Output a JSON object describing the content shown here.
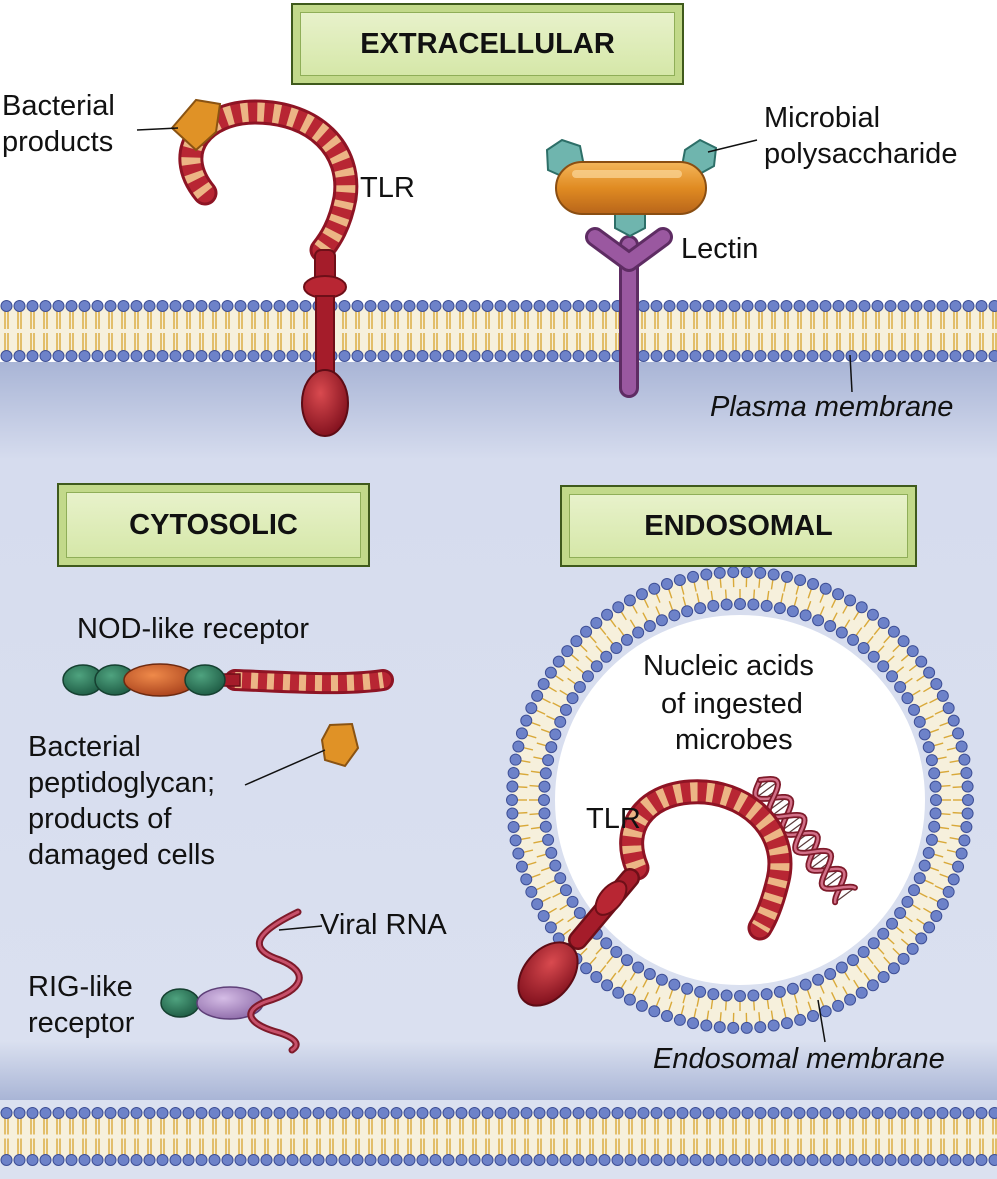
{
  "headers": {
    "extracellular": "EXTRACELLULAR",
    "cytosolic": "CYTOSOLIC",
    "endosomal": "ENDOSOMAL"
  },
  "labels": {
    "bacterial_products_1": "Bacterial",
    "bacterial_products_2": "products",
    "tlr_surface": "TLR",
    "microbial_polysaccharide_1": "Microbial",
    "microbial_polysaccharide_2": "polysaccharide",
    "lectin": "Lectin",
    "plasma_membrane": "Plasma membrane",
    "nod_like_receptor": "NOD-like receptor",
    "bacterial_peptidoglycan_1": "Bacterial",
    "bacterial_peptidoglycan_2": "peptidoglycan;",
    "bacterial_peptidoglycan_3": "products of",
    "bacterial_peptidoglycan_4": "damaged cells",
    "viral_rna": "Viral RNA",
    "rig_like_receptor_1": "RIG-like",
    "rig_like_receptor_2": "receptor",
    "nucleic_acids_1": "Nucleic acids",
    "nucleic_acids_2": "of ingested",
    "nucleic_acids_3": "microbes",
    "tlr_endosome": "TLR",
    "endosomal_membrane": "Endosomal membrane"
  },
  "colors": {
    "cytosol": "#dbe1f0",
    "lipid_head": "#6d82c9",
    "lipid_tail": "#d9a93a",
    "tlr_red": "#a51c2a",
    "tlr_stripe": "#e9b07a",
    "ligand_orange": "#e09226",
    "lectin_purple": "#8a4a8e",
    "polysaccharide_teal": "#6fb5ae",
    "green_domain": "#2f7a5c",
    "rig_lavender": "#b89ad0",
    "header_green": "#d7e8ad"
  }
}
